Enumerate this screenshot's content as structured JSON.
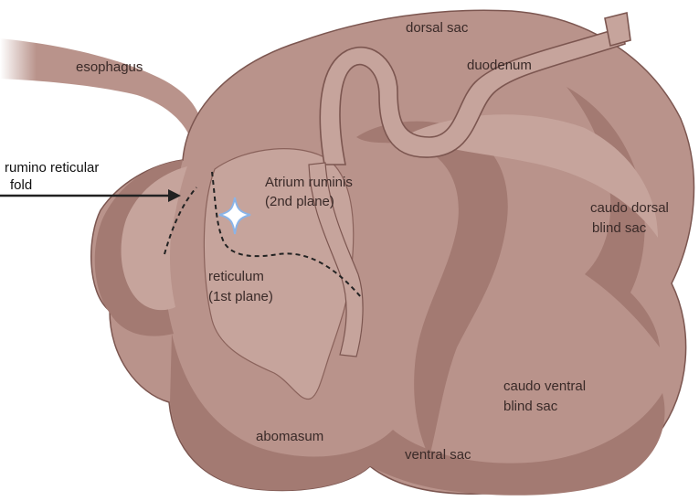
{
  "colors": {
    "stomach_base": "#b9938b",
    "stomach_shade": "#a37a72",
    "stomach_light": "#c6a49c",
    "outline": "#7c5650",
    "arrow": "#222222",
    "sparkle_fill": "#ffffff",
    "sparkle_stroke": "#8ab4e8"
  },
  "labels": {
    "dorsal_sac": "dorsal sac",
    "esophagus": "esophagus",
    "duodenum": "duodenum",
    "rumino_reticular_fold_line1": "rumino reticular",
    "rumino_reticular_fold_line2": "fold",
    "atrium_ruminis_line1": "Atrium ruminis",
    "atrium_ruminis_line2": "(2nd plane)",
    "caudo_dorsal_line1": "caudo dorsal",
    "caudo_dorsal_line2": "blind sac",
    "reticulum_line1": "reticulum",
    "reticulum_line2": "(1st plane)",
    "caudo_ventral_line1": "caudo ventral",
    "caudo_ventral_line2": "blind sac",
    "abomasum": "abomasum",
    "ventral_sac": "ventral sac"
  },
  "icons": {
    "sparkle": "four-point-star-icon",
    "arrow": "right-arrow-icon"
  }
}
